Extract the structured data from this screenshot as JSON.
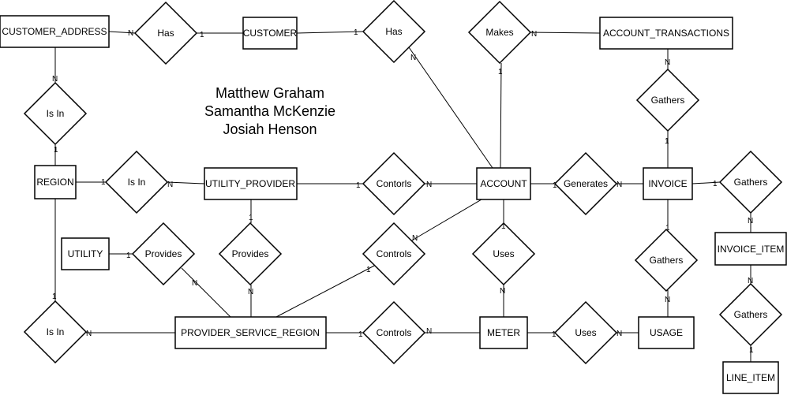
{
  "authors": [
    "Matthew Graham",
    "Samantha McKenzie",
    "Josiah Henson"
  ],
  "entities": {
    "customer_address": "CUSTOMER_ADDRESS",
    "customer": "CUSTOMER",
    "account_transactions": "ACCOUNT_TRANSACTIONS",
    "region": "REGION",
    "utility_provider": "UTILITY_PROVIDER",
    "account": "ACCOUNT",
    "invoice": "INVOICE",
    "utility": "UTILITY",
    "invoice_item": "INVOICE_ITEM",
    "provider_service_region": "PROVIDER_SERVICE_REGION",
    "meter": "METER",
    "usage": "USAGE",
    "line_item": "LINE_ITEM"
  },
  "relationships": {
    "has_address": "Has",
    "has_account": "Has",
    "makes": "Makes",
    "gathers_transactions": "Gathers",
    "is_in_address": "Is In",
    "is_in_provider": "Is In",
    "controls_account": "Contorls",
    "generates": "Generates",
    "gathers_items": "Gathers",
    "provides_utility": "Provides",
    "provides_service": "Provides",
    "controls_region": "Controls",
    "uses_meter": "Uses",
    "gathers_usage": "Gathers",
    "gathers_line": "Gathers",
    "is_in_service": "Is In",
    "controls_meter": "Controls",
    "uses_usage": "Uses"
  },
  "cardinalities": {
    "addr_has": "N",
    "has_customer": "1",
    "customer_has": "1",
    "has_account": "N",
    "makes_trans": "N",
    "makes_account": "1",
    "trans_gathers": "N",
    "gathers_invoice": "1",
    "addr_isin": "N",
    "isin_region": "1",
    "region_isin": "1",
    "isin_provider": "N",
    "provider_controls": "1",
    "controls_account": "N",
    "account_generates": "1",
    "generates_invoice": "N",
    "invoice_gathers": "1",
    "gathers_invitem": "N",
    "utility_provides": "1",
    "provides_psr": "N",
    "provider_provides": "1",
    "provides2_psr": "N",
    "psr_controls": "1",
    "controls_account2": "N",
    "account_uses": "1",
    "uses_meter": "N",
    "invoice_gathers2": "1",
    "gathers_usage": "N",
    "invitem_gathers": "N",
    "gathers_lineitem": "1",
    "region_isin2": "1",
    "isin_psr": "N",
    "psr_controls2": "1",
    "controls_meter": "N",
    "meter_uses": "1",
    "uses_usage": "N"
  }
}
